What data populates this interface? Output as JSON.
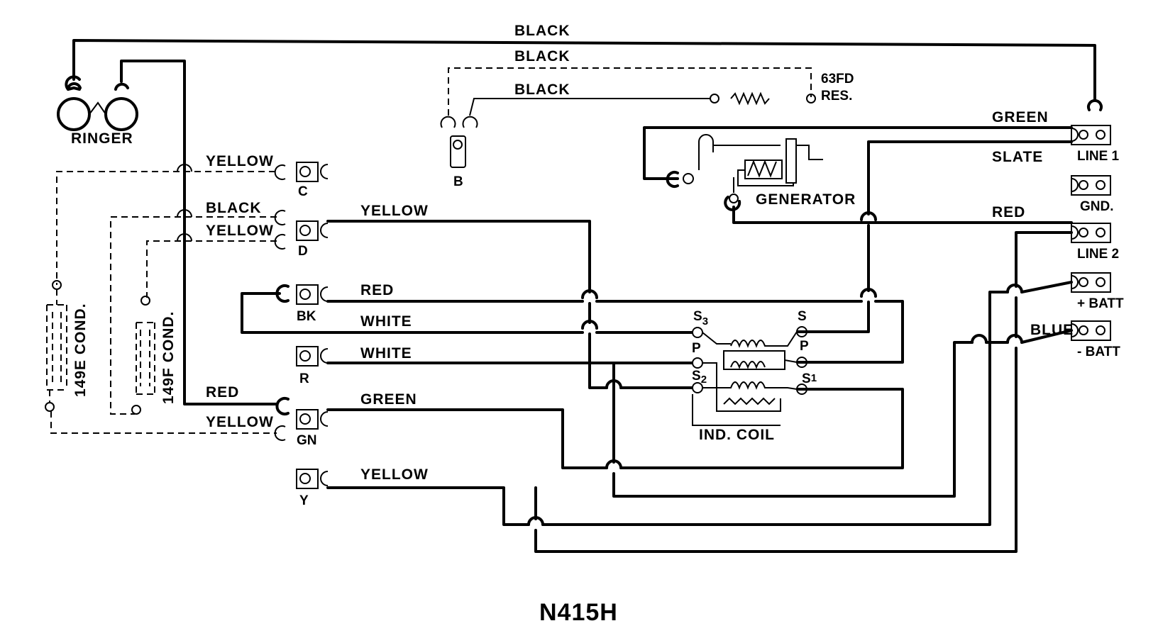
{
  "diagram": {
    "caption": "N415H",
    "wire_labels": {
      "black_top": "BLACK",
      "black_mid": "BLACK",
      "black_res": "BLACK",
      "yellow_c": "YELLOW",
      "black_d": "BLACK",
      "yellow_d": "YELLOW",
      "yellow_d_out": "YELLOW",
      "red_bk": "RED",
      "white_bk": "WHITE",
      "white_r": "WHITE",
      "red_gn": "RED",
      "yellow_gn": "YELLOW",
      "green_gn": "GREEN",
      "yellow_y": "YELLOW",
      "green_line": "GREEN",
      "slate_line": "SLATE",
      "red_line": "RED",
      "blue_batt": "BLUE"
    },
    "components": {
      "ringer": "RINGER",
      "generator": "GENERATOR",
      "ind_coil": "IND. COIL",
      "res_name": "63FD",
      "res_suffix": "RES.",
      "cond_e": "149E COND.",
      "cond_f": "149F COND.",
      "b_label": "B"
    },
    "terminals": {
      "c": "C",
      "d": "D",
      "bk": "BK",
      "r": "R",
      "gn": "GN",
      "y": "Y",
      "line1": "LINE 1",
      "gnd": "GND.",
      "line2": "LINE 2",
      "plus_batt": "+ BATT",
      "minus_batt": "- BATT"
    },
    "coil_terminals": {
      "s3_letter": "S",
      "s3_sub": "3",
      "p_left": "P",
      "s2_letter": "S",
      "s2_sub": "2",
      "s_right": "S",
      "p_right": "P",
      "s1_letter": "S",
      "s1_sub": "1"
    }
  }
}
